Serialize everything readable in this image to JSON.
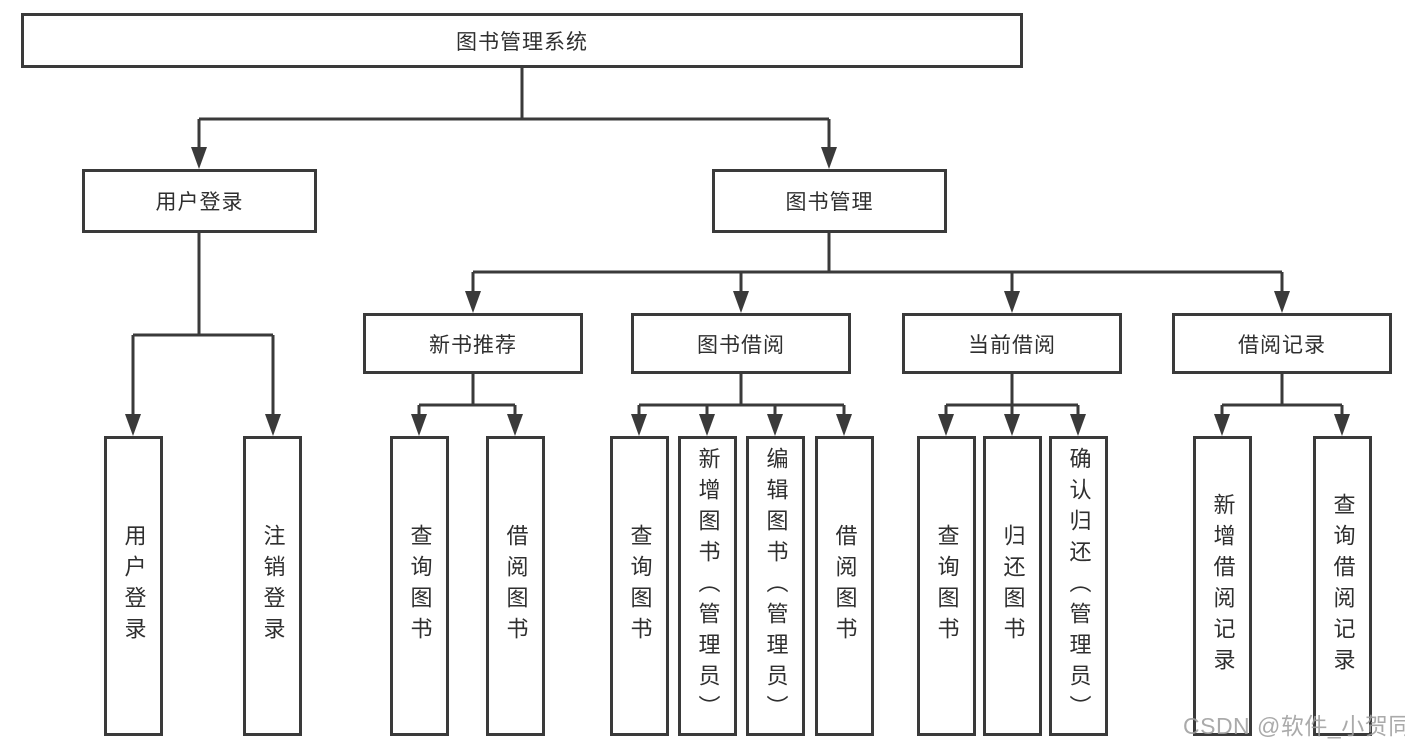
{
  "diagram": {
    "root": {
      "label": "图书管理系统"
    },
    "level2": [
      {
        "label": "用户登录",
        "children": [
          {
            "label": "用户登录"
          },
          {
            "label": "注销登录"
          }
        ]
      },
      {
        "label": "图书管理",
        "children": [
          {
            "label": "新书推荐",
            "children": [
              {
                "label": "查询图书"
              },
              {
                "label": "借阅图书"
              }
            ]
          },
          {
            "label": "图书借阅",
            "children": [
              {
                "label": "查询图书"
              },
              {
                "label": "新增图书（管理员）"
              },
              {
                "label": "编辑图书（管理员）"
              },
              {
                "label": "借阅图书"
              }
            ]
          },
          {
            "label": "当前借阅",
            "children": [
              {
                "label": "查询图书"
              },
              {
                "label": "归还图书"
              },
              {
                "label": "确认归还（管理员）"
              }
            ]
          },
          {
            "label": "借阅记录",
            "children": [
              {
                "label": "新增借阅记录"
              },
              {
                "label": "查询借阅记录"
              }
            ]
          }
        ]
      }
    ]
  },
  "watermark": {
    "text": "CSDN @软件_小贺同学"
  },
  "colors": {
    "line": "#3a3a3a",
    "border": "#3a3a3a",
    "text": "#2f2f2f",
    "background": "#ffffff",
    "watermark": "#9f9f9f"
  }
}
